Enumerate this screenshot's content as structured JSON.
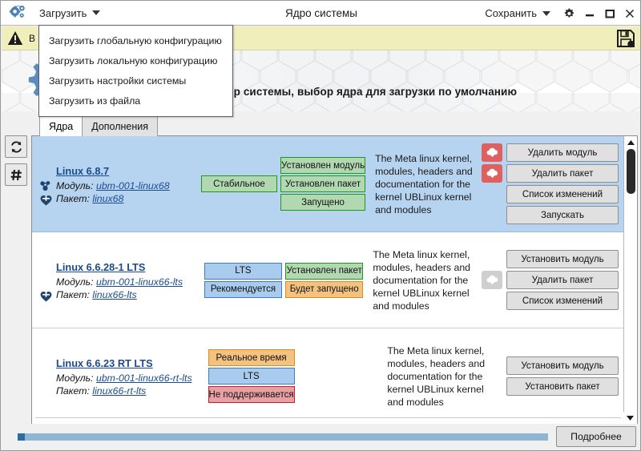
{
  "window": {
    "title": "Ядро системы",
    "app_icon": "gears-icon",
    "menu_load_label": "Загрузить",
    "menu_save_label": "Сохранить",
    "settings_icon": "gear-icon",
    "minimize_label": "—",
    "maximize_label": "□",
    "close_label": "✕"
  },
  "dropdown": {
    "open": true,
    "items": [
      {
        "label": "Загрузить глобальную конфигурацию",
        "name": "menu-item-load-global-config"
      },
      {
        "label": "Загрузить локальную конфигурацию",
        "name": "menu-item-load-local-config"
      },
      {
        "label": "Загрузить настройки системы",
        "name": "menu-item-load-system-settings"
      },
      {
        "label": "Загрузить из файла",
        "name": "menu-item-load-from-file"
      }
    ]
  },
  "warning": {
    "icon": "warning-triangle-icon",
    "text": "В",
    "save_icon": "floppy-save-icon",
    "bg": "#f0eebb"
  },
  "hero": {
    "icon": "gear-big-icon",
    "subtitle": "Загрузка и установка ядер системы, выбор ядра для загрузки по умолчанию"
  },
  "tabs": [
    {
      "label": "Ядра",
      "active": true,
      "name": "tab-kernels"
    },
    {
      "label": "Дополнения",
      "active": false,
      "name": "tab-addons"
    }
  ],
  "tools": [
    {
      "icon": "refresh-icon",
      "glyph": "↻",
      "name": "refresh-button"
    },
    {
      "icon": "hash-icon",
      "glyph": "#",
      "name": "hash-button"
    }
  ],
  "list": {
    "rows": [
      {
        "selected": true,
        "title": "Linux 6.8.7",
        "module_label": "Модуль:",
        "module_value": "ubm-001-linux68",
        "package_label": "Пакет:",
        "package_value": "linux68",
        "module_icon": "module-icon",
        "package_icon": "package-icon",
        "badges_left": [
          {
            "text": "Стабильное",
            "style": "green"
          }
        ],
        "badges_right": [
          {
            "text": "Установлен модуль",
            "style": "green"
          },
          {
            "text": "Установлен пакет",
            "style": "green"
          },
          {
            "text": "Запущено",
            "style": "green"
          }
        ],
        "description": "The Meta linux kernel, modules, headers and documentation for the kernel UBLinux kernel and modules",
        "actions": [
          {
            "label": "Удалить модуль",
            "cloud": "red",
            "cloud_icon": "cloud-download-icon",
            "name": "remove-module-button"
          },
          {
            "label": "Удалить пакет",
            "cloud": "red",
            "cloud_icon": "cloud-download-icon",
            "name": "remove-package-button"
          },
          {
            "label": "Список изменений",
            "cloud": "none",
            "name": "changelog-button"
          },
          {
            "label": "Запускать",
            "cloud": "none",
            "name": "run-button"
          }
        ]
      },
      {
        "selected": false,
        "title": "Linux 6.6.28-1 LTS",
        "module_label": "Модуль:",
        "module_value": "ubm-001-linux66-lts",
        "package_label": "Пакет:",
        "package_value": "linux66-lts",
        "module_icon": "",
        "package_icon": "package-icon",
        "badges_left": [
          {
            "text": "LTS",
            "style": "blue"
          },
          {
            "text": "Рекомендуется",
            "style": "blue"
          }
        ],
        "badges_right": [
          {
            "text": "Установлен пакет",
            "style": "green"
          },
          {
            "text": "Будет запущено",
            "style": "orange"
          }
        ],
        "description": "The Meta linux kernel, modules, headers and documentation for the kernel UBLinux kernel and modules",
        "actions": [
          {
            "label": "Установить модуль",
            "cloud": "none",
            "name": "install-module-button"
          },
          {
            "label": "Удалить пакет",
            "cloud": "grey",
            "cloud_icon": "cloud-download-icon",
            "name": "remove-package-button"
          },
          {
            "label": "Список изменений",
            "cloud": "none",
            "name": "changelog-button"
          }
        ]
      },
      {
        "selected": false,
        "title": "Linux 6.6.23 RT LTS",
        "module_label": "Модуль:",
        "module_value": "ubm-001-linux66-rt-lts",
        "package_label": "Пакет:",
        "package_value": "linux66-rt-lts",
        "module_icon": "",
        "package_icon": "",
        "badges_left": [
          {
            "text": "Реальное время",
            "style": "orange"
          },
          {
            "text": "LTS",
            "style": "blue"
          },
          {
            "text": "Не поддерживается",
            "style": "red"
          }
        ],
        "badges_right": [],
        "description": "The Meta linux kernel, modules, headers and documentation for the kernel UBLinux kernel and modules",
        "actions": [
          {
            "label": "Установить модуль",
            "cloud": "none",
            "name": "install-module-button"
          },
          {
            "label": "Установить пакет",
            "cloud": "none",
            "name": "install-package-button"
          }
        ]
      }
    ]
  },
  "footer": {
    "progress_percent": 100,
    "details_label": "Подробнее"
  },
  "colors": {
    "selection": "#b6d3f0",
    "accent": "#2f6ba3",
    "warning_bg": "#f0eebb",
    "green_badge": "#b2d8b2",
    "blue_badge": "#a8cbee",
    "orange_badge": "#f3c280",
    "red_badge": "#e8a0a4",
    "cloud_red": "#e06060"
  }
}
